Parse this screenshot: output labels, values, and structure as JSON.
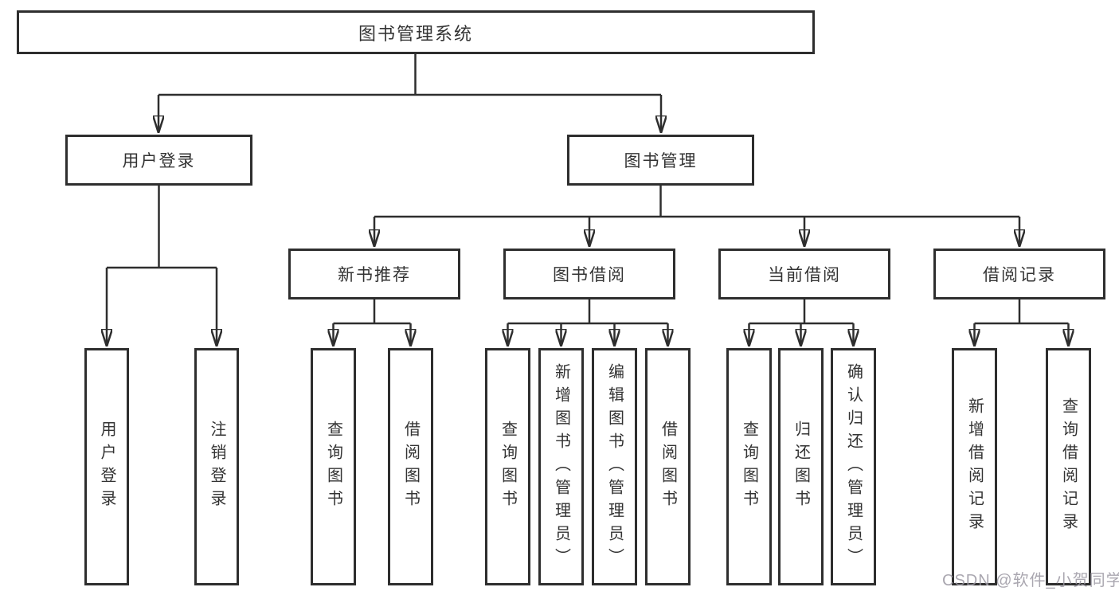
{
  "diagram": {
    "type": "tree",
    "root": {
      "label": "图书管理系统",
      "children": [
        {
          "label": "用户登录",
          "children": [
            {
              "label": "用户登录"
            },
            {
              "label": "注销登录"
            }
          ]
        },
        {
          "label": "图书管理",
          "children": [
            {
              "label": "新书推荐",
              "children": [
                {
                  "label": "查询图书"
                },
                {
                  "label": "借阅图书"
                }
              ]
            },
            {
              "label": "图书借阅",
              "children": [
                {
                  "label": "查询图书"
                },
                {
                  "label": "新增图书（管理员）"
                },
                {
                  "label": "编辑图书（管理员）"
                },
                {
                  "label": "借阅图书"
                }
              ]
            },
            {
              "label": "当前借阅",
              "children": [
                {
                  "label": "查询图书"
                },
                {
                  "label": "归还图书"
                },
                {
                  "label": "确认归还（管理员）"
                }
              ]
            },
            {
              "label": "借阅记录",
              "children": [
                {
                  "label": "新增借阅记录"
                },
                {
                  "label": "查询借阅记录"
                }
              ]
            }
          ]
        }
      ]
    },
    "colors": {
      "line": "#2e2e2e",
      "box_border": "#2e2e2e",
      "box_fill": "#ffffff",
      "text": "#333333",
      "background": "#ffffff"
    }
  },
  "watermark": {
    "text": "CSDN @软件_小贺同学",
    "color": "#9b98a2"
  }
}
